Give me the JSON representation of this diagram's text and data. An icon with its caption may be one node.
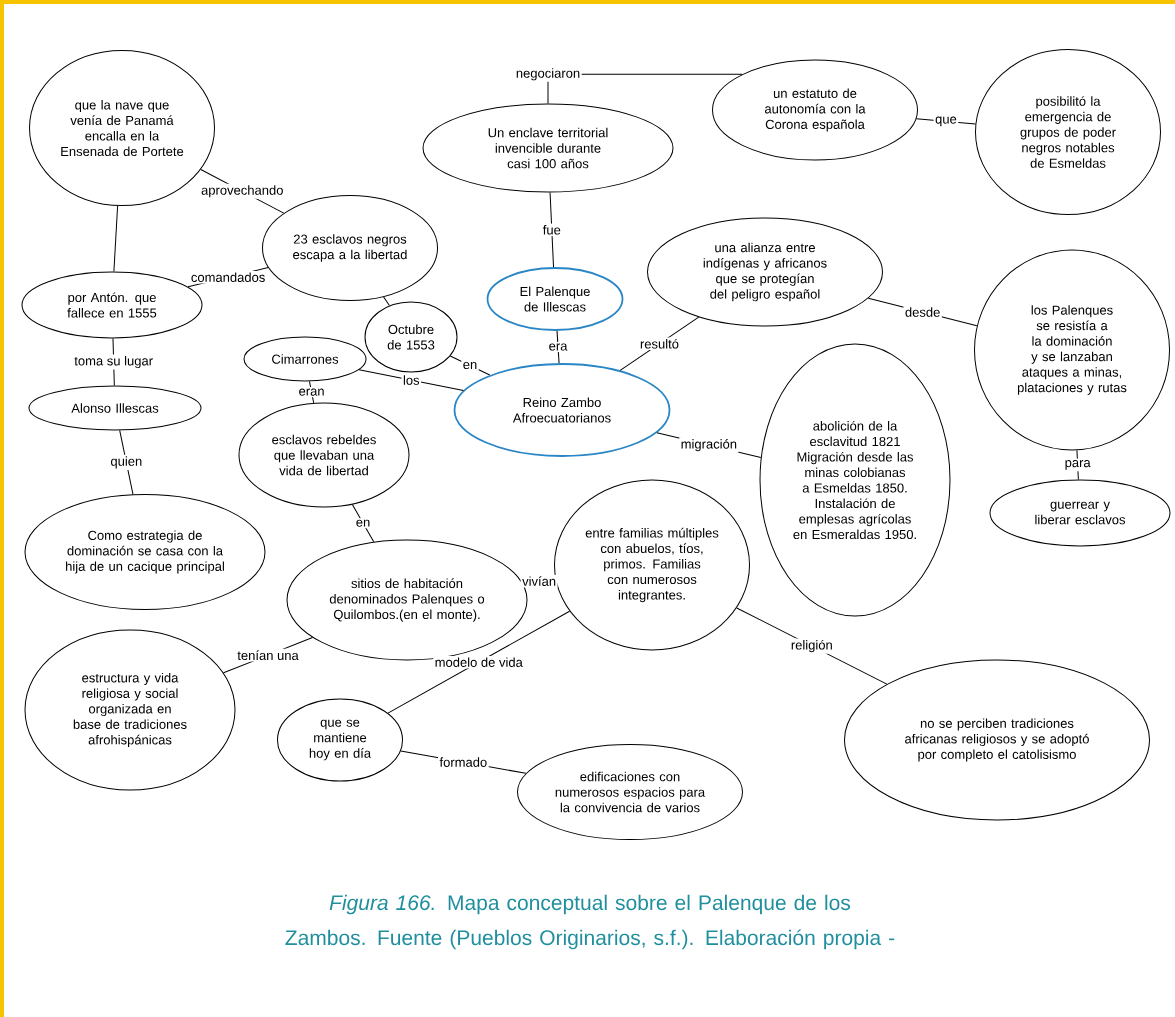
{
  "diagram": {
    "caption": "*Figura 166.* Mapa conceptual sobre el Palenque de los Zambos. Fuente  (Pueblos Originarios, s.f.). Elaboración propia -",
    "nodes": [
      {
        "text": [
          "que la nave que venía de Panamá encalla en la Ensenada de Portete"
        ]
      },
      {
        "text": [
          "Un enclave territorial invencible durante casi 100 años"
        ]
      },
      {
        "text": [
          "un estatuto de autonomía con la Corona española"
        ]
      },
      {
        "text": [
          "posibilitó la emergencia de grupos de poder negros notables de Esmeldas"
        ]
      },
      {
        "text": [
          "23 esclavos negros escapa a la libertad"
        ]
      },
      {
        "text": [
          "por Antón. que fallece en 1555"
        ]
      },
      {
        "text": [
          "El Palenque de Illescas"
        ]
      },
      {
        "text": [
          "una alianza entre indígenas y africanos que se protegían del peligro español"
        ]
      },
      {
        "text": [
          "los Palenques se resistía a la dominación y se lanzaban ataques a minas, plataciones y rutas"
        ]
      },
      {
        "text": [
          "Octubre de 1553"
        ]
      },
      {
        "text": [
          "Cimarrones"
        ]
      },
      {
        "text": [
          "Alonso Illescas"
        ]
      },
      {
        "text": [
          "Reino Zambo Afroecuatorianos"
        ]
      },
      {
        "text": [
          "esclavos rebeldes que llevaban una vida de libertad"
        ]
      },
      {
        "text": [
          "abolición de la esclavitud 1821 Migración desde las minas colobianas a Esmeldas 1850. Instalación de emplesas agrícolas en Esmeraldas 1950."
        ]
      },
      {
        "text": [
          "guerrear y liberar esclavos"
        ]
      },
      {
        "text": [
          "Como estrategia de dominación se casa con la hija de un cacique principal"
        ]
      },
      {
        "text": [
          "sitios de habitación denominados Palenques o Quilombos.(en el monte)."
        ]
      },
      {
        "text": [
          "entre familias múltiples con abuelos, tíos, primos. Familias con numerosos integrantes."
        ]
      },
      {
        "text": [
          "estructura y vida religiosa y social organizada en base de tradiciones afrohispánicas"
        ]
      },
      {
        "text": [
          "que se mantiene hoy en día"
        ]
      },
      {
        "text": [
          "edificaciones con numerosos espacios para la convivencia de varios"
        ]
      },
      {
        "text": [
          "no se perciben tradiciones africanas religiosos y se adoptó por completo el catolisismo"
        ]
      }
    ],
    "edges": [
      {
        "from": 0,
        "to": 4,
        "arrow": "none",
        "label": "aprovechando"
      },
      {
        "from": 4,
        "to": 5,
        "arrow": "none",
        "label": "comandados"
      },
      {
        "from": 0,
        "to": 5,
        "arrow": "none"
      },
      {
        "from": 4,
        "to": 9,
        "arrow": "none"
      },
      {
        "from": 9,
        "to": 12,
        "arrow": "none",
        "label": "en"
      },
      {
        "from": 1,
        "to": 2,
        "arrow": "none",
        "label": "negociaron"
      },
      {
        "from": 2,
        "to": 3,
        "arrow": "none",
        "label": "que"
      },
      {
        "from": 1,
        "to": 6,
        "arrow": "none",
        "label": "fue"
      },
      {
        "from": 6,
        "to": 12,
        "arrow": "none",
        "label": "era"
      },
      {
        "from": 12,
        "to": 7,
        "arrow": "none",
        "label": "resultó"
      },
      {
        "from": 7,
        "to": 8,
        "arrow": "none",
        "label": "desde"
      },
      {
        "from": 8,
        "to": 15,
        "arrow": "none",
        "label": "para"
      },
      {
        "from": 12,
        "to": 14,
        "arrow": "none",
        "label": "migración"
      },
      {
        "from": 12,
        "to": 10,
        "arrow": "none",
        "label": "los"
      },
      {
        "from": 10,
        "to": 13,
        "arrow": "none",
        "label": "eran"
      },
      {
        "from": 5,
        "to": 11,
        "arrow": "none",
        "label": "toma su lugar"
      },
      {
        "from": 11,
        "to": 16,
        "arrow": "none",
        "label": "quien"
      },
      {
        "from": 13,
        "to": 17,
        "arrow": "none",
        "label": "en"
      },
      {
        "from": 17,
        "to": 18,
        "arrow": "none",
        "label": "vivían"
      },
      {
        "from": 17,
        "to": 19,
        "arrow": "none",
        "label": "tenían una"
      },
      {
        "from": 18,
        "to": 20,
        "arrow": "none",
        "label": "modelo de vida"
      },
      {
        "from": 20,
        "to": 21,
        "arrow": "none",
        "label": "formado"
      },
      {
        "from": 18,
        "to": 22,
        "arrow": "none",
        "label": "religión"
      }
    ]
  }
}
